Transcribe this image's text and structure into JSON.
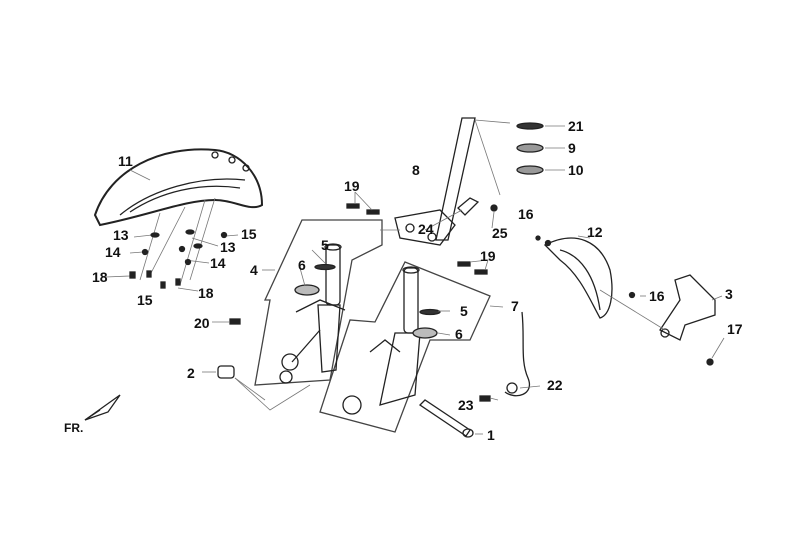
{
  "diagram": {
    "direction_marker": "FR.",
    "callouts": [
      "11",
      "13",
      "14",
      "18",
      "15",
      "13",
      "15",
      "14",
      "18",
      "4",
      "5",
      "6",
      "20",
      "2",
      "8",
      "19",
      "24",
      "25",
      "19",
      "21",
      "9",
      "10",
      "16",
      "12",
      "16",
      "3",
      "17",
      "5",
      "6",
      "7",
      "22",
      "23",
      "1"
    ]
  }
}
